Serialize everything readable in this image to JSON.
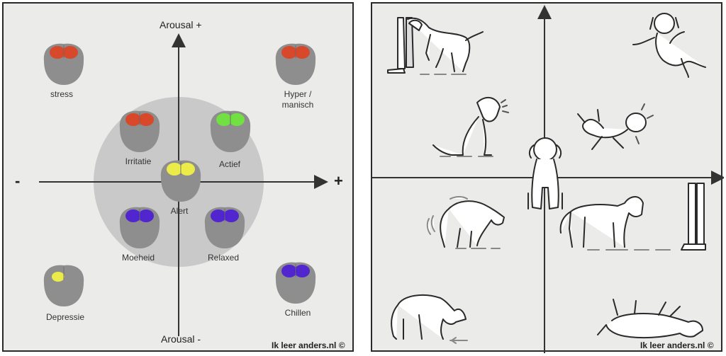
{
  "left": {
    "axis_top": "Arousal +",
    "axis_bottom": "Arousal -",
    "axis_left": "-",
    "axis_right": "+",
    "credit": "Ik leer anders.nl ©",
    "states": [
      {
        "label": "stress",
        "color": "#e0401f"
      },
      {
        "label": "Hyper /\nmanisch",
        "color": "#e0401f"
      },
      {
        "label": "Irritatie",
        "color": "#e0401f"
      },
      {
        "label": "Actief",
        "color": "#6fe83a"
      },
      {
        "label": "Alert",
        "color": "#f5f542"
      },
      {
        "label": "Moeheid",
        "color": "#4a1bd6"
      },
      {
        "label": "Relaxed",
        "color": "#4a1bd6"
      },
      {
        "label": "Depressie",
        "color": "#f5f542"
      },
      {
        "label": "Chillen",
        "color": "#4a1bd6"
      }
    ]
  },
  "right": {
    "credit": "Ik leer anders.nl ©"
  }
}
